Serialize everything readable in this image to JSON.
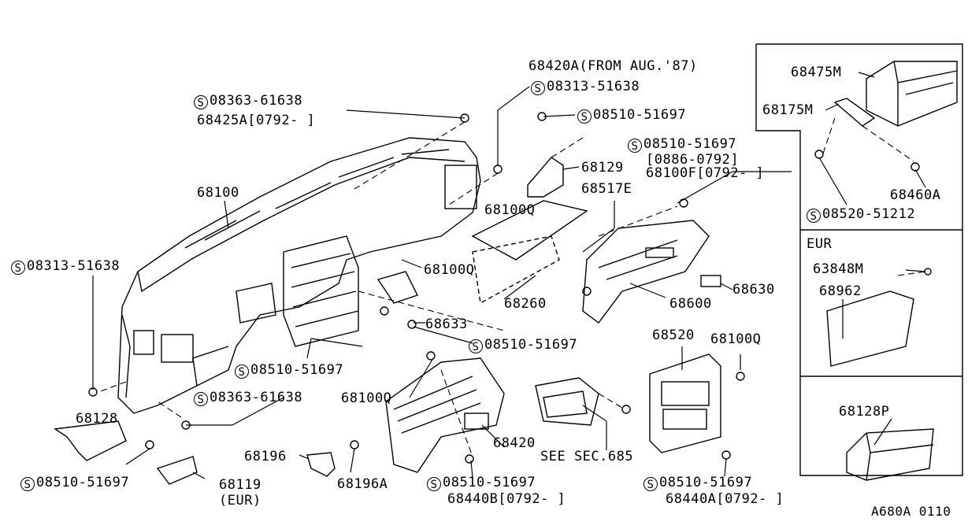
{
  "screw_symbol": "S",
  "labels": {
    "p68420A": "68420A(FROM AUG.'87)",
    "s0831351638_top": "08313-51638",
    "s0836361638_top": "08363-61638",
    "p68425A": "68425A[0792-  ]",
    "s0851051697_a": "08510-51697",
    "s0851051697_b": "08510-51697",
    "b0886_0792": "[0886-0792]",
    "p68100F": "68100F[0792-  ]",
    "p68129": "68129",
    "p68517E": "68517E",
    "p68100": "68100",
    "p68100Q_a": "68100Q",
    "p68100Q_b": "68100Q",
    "s0831351638_left": "08313-51638",
    "p68260": "68260",
    "p68600": "68600",
    "p68630": "68630",
    "p68633": "68633",
    "s0851051697_c": "08510-51697",
    "s0851051697_d": "08510-51697",
    "p68520": "68520",
    "p68100Q_c": "68100Q",
    "s0836361638_mid": "08363-61638",
    "p68100Q_d": "68100Q",
    "p68128": "68128",
    "p68420": "68420",
    "see_sec": "SEE SEC.685",
    "p68196": "68196",
    "p68196A": "68196A",
    "s0851051697_e": "08510-51697",
    "p68119": "68119",
    "eur_paren": "(EUR)",
    "s0851051697_f": "08510-51697",
    "p68440B": "68440B[0792-  ]",
    "s0851051697_g": "08510-51697",
    "p68440A": "68440A[0792-  ]",
    "p68475M": "68475M",
    "p68175M": "68175M",
    "p68460A": "68460A",
    "s0852051212": "08520-51212",
    "eur_box": "EUR",
    "p63848M": "63848M",
    "p68962": "68962",
    "p68128P": "68128P",
    "ref_code": "A680A 0110"
  }
}
